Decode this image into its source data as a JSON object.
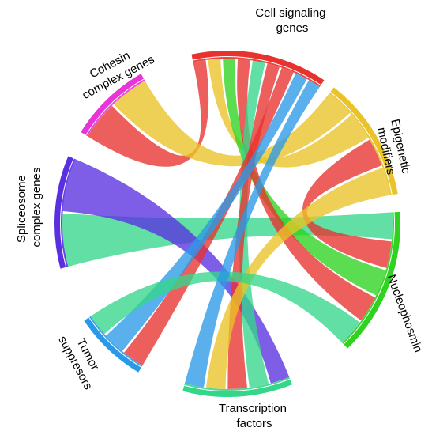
{
  "diagram": {
    "type": "chord",
    "groups": [
      {
        "id": "cell",
        "label_lines": [
          "Cell signaling",
          "genes"
        ],
        "color": "#e8322e"
      },
      {
        "id": "epi",
        "label_lines": [
          "Epigenetic",
          "modifiers"
        ],
        "color": "#e9c327"
      },
      {
        "id": "npm",
        "label_lines": [
          "Nucleophosmin"
        ],
        "color": "#2ed21f"
      },
      {
        "id": "tf",
        "label_lines": [
          "Transcription",
          "factors"
        ],
        "color": "#34d68a"
      },
      {
        "id": "tum",
        "label_lines": [
          "Tumor",
          "suppresors"
        ],
        "color": "#2a9ae8"
      },
      {
        "id": "spl",
        "label_lines": [
          "Spliceosome",
          "complex genes"
        ],
        "color": "#5a2fe0"
      },
      {
        "id": "coh",
        "label_lines": [
          "Cohesin",
          "complex genes"
        ],
        "color": "#e834d8"
      }
    ],
    "ribbons": [
      {
        "from": "coh",
        "to": "cell",
        "color": "#e8322e"
      },
      {
        "from": "coh",
        "to": "epi",
        "color": "#e9c327"
      },
      {
        "from": "spl",
        "to": "npm",
        "color": "#34d68a"
      },
      {
        "from": "spl",
        "to": "tf",
        "color": "#5a2fe0"
      },
      {
        "from": "epi",
        "to": "cell",
        "color": "#e9c327"
      },
      {
        "from": "epi",
        "to": "npm",
        "color": "#e8322e"
      },
      {
        "from": "npm",
        "to": "cell",
        "color": "#2ed21f"
      },
      {
        "from": "npm",
        "to": "cell",
        "color": "#e8322e"
      },
      {
        "from": "tf",
        "to": "cell",
        "color": "#34d68a"
      },
      {
        "from": "tf",
        "to": "cell",
        "color": "#e8322e"
      },
      {
        "from": "tf",
        "to": "epi",
        "color": "#e9c327"
      },
      {
        "from": "tum",
        "to": "cell",
        "color": "#e8322e"
      },
      {
        "from": "tum",
        "to": "cell",
        "color": "#2a9ae8"
      },
      {
        "from": "tum",
        "to": "npm",
        "color": "#34d68a"
      },
      {
        "from": "tf",
        "to": "cell",
        "color": "#2a9ae8"
      }
    ]
  }
}
